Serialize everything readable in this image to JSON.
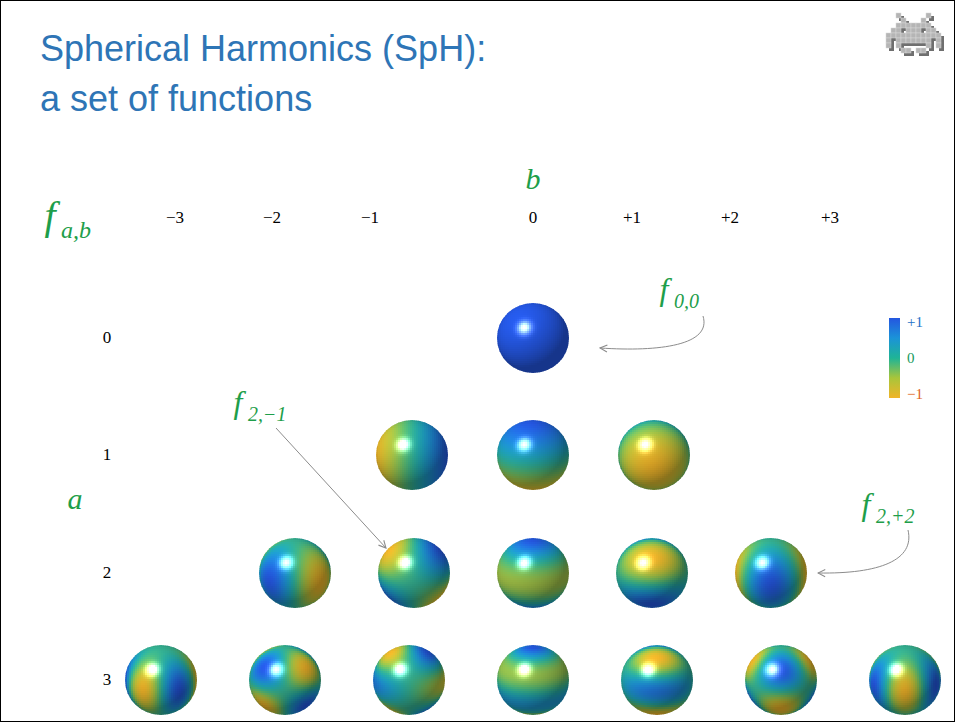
{
  "diagram": {
    "title": "Spherical Harmonics (SpH): a set of functions",
    "labels": [
      "b",
      "f",
      "a,b",
      "−3",
      "−2",
      "−1",
      "0",
      "+1",
      "+2",
      "+3",
      "0",
      "1",
      "2",
      "3",
      "a",
      "f",
      "0,0",
      "f",
      "2,−1",
      "f",
      "2,+2",
      "+1",
      "0",
      "−1"
    ]
  }
}
